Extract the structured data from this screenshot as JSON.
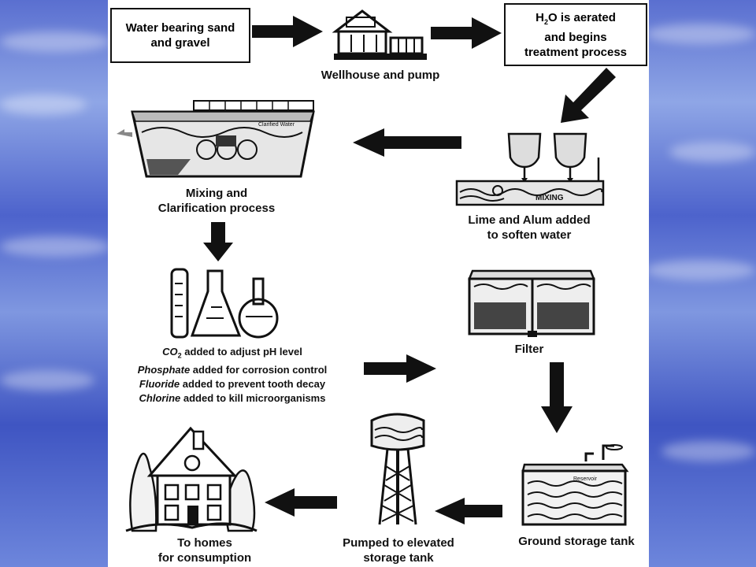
{
  "stages": {
    "sand_gravel": "Water bearing sand\nand gravel",
    "wellhouse": "Wellhouse and pump",
    "aerated_pre": "H",
    "aerated_sub": "2",
    "aerated_post": "O is aerated\nand begins\ntreatment process",
    "lime_alum": "Lime and Alum added\nto soften water",
    "mixing_tag": "MIXING",
    "clarifier_tag": "Clarified Water",
    "mixing_clarification": "Mixing and\nClarification process",
    "filter": "Filter",
    "ground_tank": "Ground storage tank",
    "ground_tag": "Reservoir",
    "elevated_tank": "Pumped to elevated\nstorage tank",
    "homes": "To homes\nfor consumption"
  },
  "chemicals": [
    {
      "prefix": "CO",
      "sub": "2",
      "rest": " added to adjust pH level"
    },
    {
      "prefix": "Phosphate",
      "sub": "",
      "rest": " added for corrosion control"
    },
    {
      "prefix": "Fluoride",
      "sub": "",
      "rest": " added to prevent tooth decay"
    },
    {
      "prefix": "Chlorine",
      "sub": "",
      "rest": " added to kill microorganisms"
    }
  ]
}
